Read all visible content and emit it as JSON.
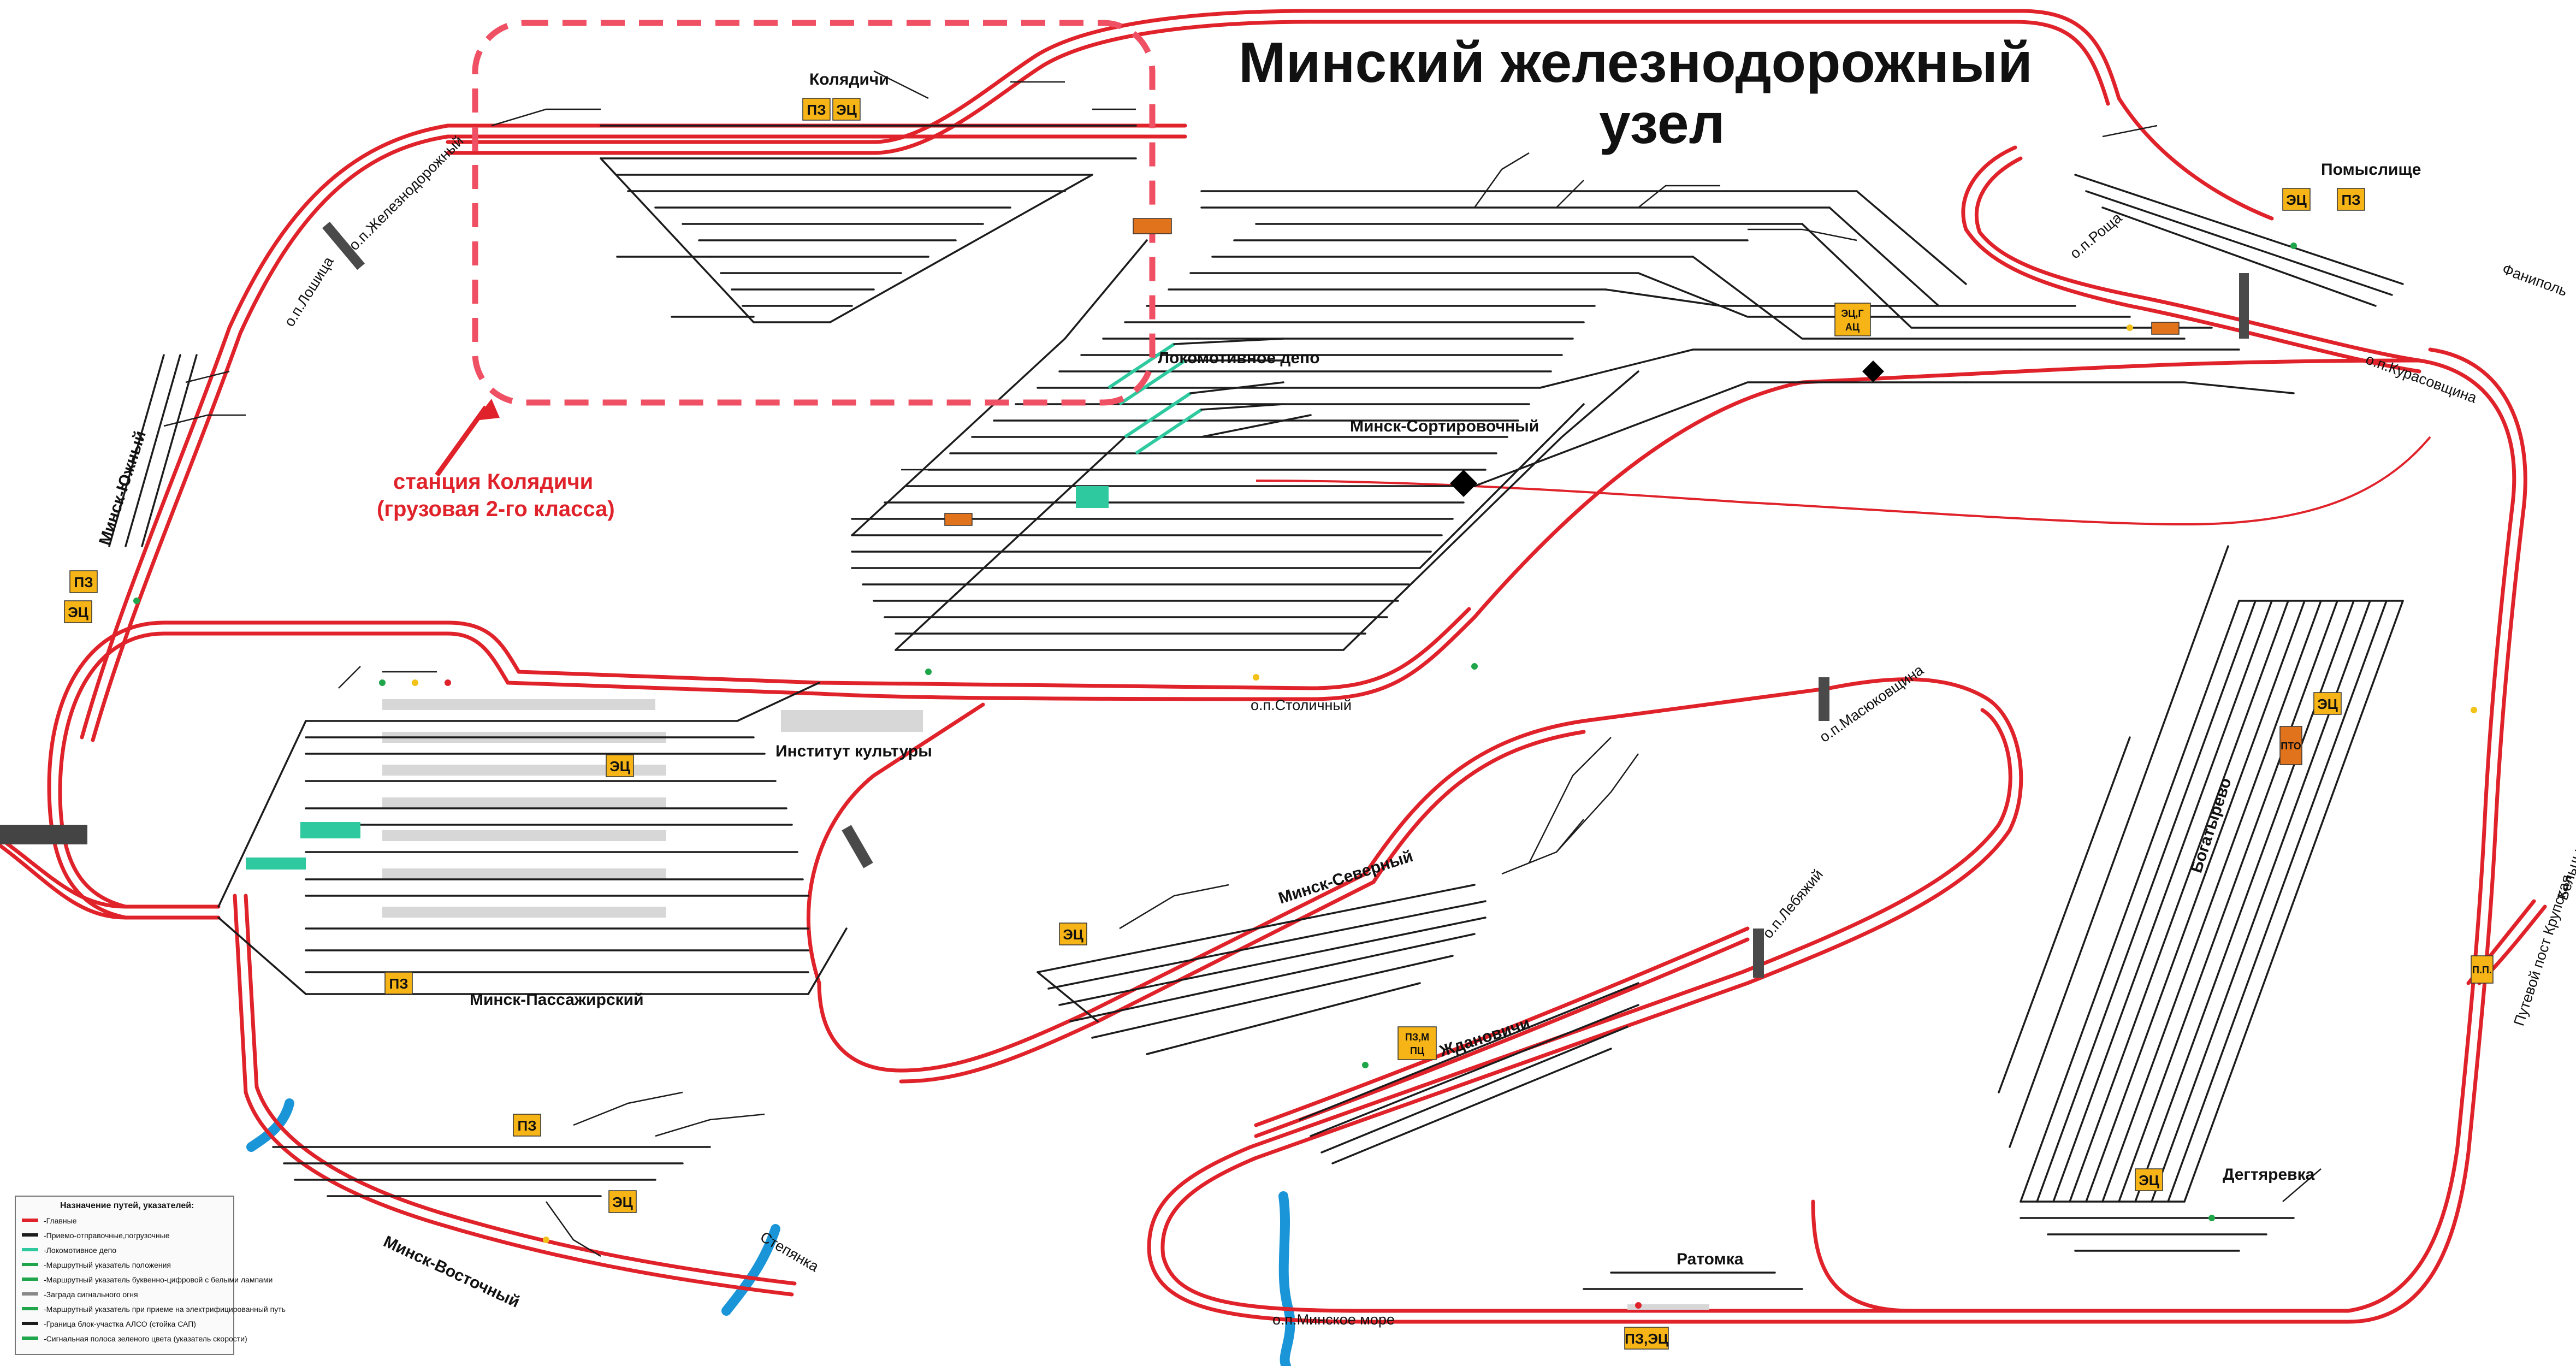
{
  "title_line1": "Минский железнодорожный",
  "title_line2": "узел",
  "callout": {
    "line1": "станция Колядичи",
    "line2": "(грузовая 2-го класса)"
  },
  "stations": {
    "koliadichi": "Колядичи",
    "minsk_sort": "Минск-Сортировочный",
    "minsk_pass": "Минск-Пассажирский",
    "minsk_sev": "Минск-Северный",
    "minsk_vost": "Минск-Восточный",
    "minsk_yuzh": "Минск-Южный",
    "pomyslishche": "Помыслище",
    "bogatyrevo": "Богатырево",
    "degtyarevka": "Дегтяревка",
    "zhdanovichi": "Ждановичи",
    "ratomka": "Ратомка",
    "depot": "Локомотивное депо",
    "inst_kultury": "Институт культуры"
  },
  "stops": {
    "zheleznodorozhny": "о.п.Железнодорожный",
    "loshitsa": "о.п.Лошица",
    "stolichny": "о.п.Столичный",
    "masyukovshchina": "о.п.Масюковщина",
    "lebyazhy": "о.п.Лебяжий",
    "minskoe_more": "о.п.Минское море",
    "roshcha": "о.п.Роща",
    "kurasovshchina": "о.п.Курасовщина",
    "stepyanka": "Степянка",
    "filopol": "Фаниполь",
    "beltsy": "Бельцы",
    "krupskaya": "Путевой пост Крупская"
  },
  "badges": {
    "pz": "ПЗ",
    "ets": "ЭЦ",
    "ets_g_ats": "ЭЦ,Г АЦ",
    "pz_m_pts": "ПЗ,М ПЦ",
    "pz_ets": "ПЗ,ЭЦ",
    "pp": "П.П.",
    "pto": "ПТО"
  },
  "legend": {
    "title": "Назначение путей, указателей:",
    "items": [
      {
        "text": "-Главные",
        "color": "#e0222a"
      },
      {
        "text": "-Приемо-отправочные,погрузочные",
        "color": "#1c1c1c"
      },
      {
        "text": "-Локомотивное депо",
        "color": "#2fc9a0"
      },
      {
        "text": "-Маршрутный указатель положения",
        "color": "#1fa64a"
      },
      {
        "text": "-Маршрутный указатель буквенно-цифровой с белыми лампами",
        "color": "#1fa64a"
      },
      {
        "text": "-Заграда сигнального огня",
        "color": "#888888"
      },
      {
        "text": "-Маршрутный указатель при приеме на электрифицированный путь",
        "color": "#1fa64a"
      },
      {
        "text": "-Граница блок-участка АЛСО (стойка САП)",
        "color": "#1c1c1c"
      },
      {
        "text": "-Сигнальная полоса зеленого цвета (указатель скорости)",
        "color": "#1fa64a"
      }
    ]
  },
  "colors": {
    "main_track": "#e0222a",
    "track": "#1c1c1c",
    "depot_track": "#2fc9a0",
    "badge": "#f7b416",
    "badge_orange": "#e0731c",
    "water": "#1a95d8",
    "callout": "#ef5063"
  },
  "icons": [
    "signal-icon",
    "switch-icon",
    "bridge-icon",
    "river-icon"
  ]
}
